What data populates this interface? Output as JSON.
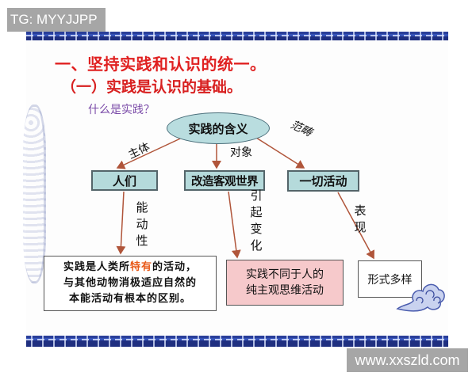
{
  "watermarks": {
    "top_left": "TG: MYYJJPP",
    "bottom_right": "www.xxszld.com"
  },
  "slide": {
    "title_main": "一、坚持实践和认识的统一。",
    "title_sub": "（一）实践是认识的基础。",
    "question": "什么是实践？",
    "colors": {
      "title": "#e02020",
      "question": "#7a4aa8",
      "node_fill": "#b5dadb",
      "arrow": "#b0553a",
      "highlight": "#e85a1a",
      "pink_box": "#f6c9cb",
      "border_band": "#2b409c"
    }
  },
  "diagram": {
    "root": "实践的含义",
    "nodes": [
      {
        "id": "subject",
        "label": "人们",
        "edge_label": "主体"
      },
      {
        "id": "object",
        "label": "改造客观世界",
        "edge_label": "对象"
      },
      {
        "id": "scope",
        "label": "一切活动",
        "edge_label": "范畴"
      }
    ],
    "results": [
      {
        "from": "subject",
        "edge_label": "能动性",
        "lines": [
          "实践是人类所",
          "特有",
          "的活动，",
          "与其他动物消极适应自然的",
          "本能活动有根本的区别。"
        ]
      },
      {
        "from": "object",
        "edge_label": "引起变化",
        "lines": [
          "实践不同于人的",
          "纯主观思维活动"
        ]
      },
      {
        "from": "scope",
        "edge_label": "表现",
        "lines": [
          "形式多样"
        ]
      }
    ]
  }
}
